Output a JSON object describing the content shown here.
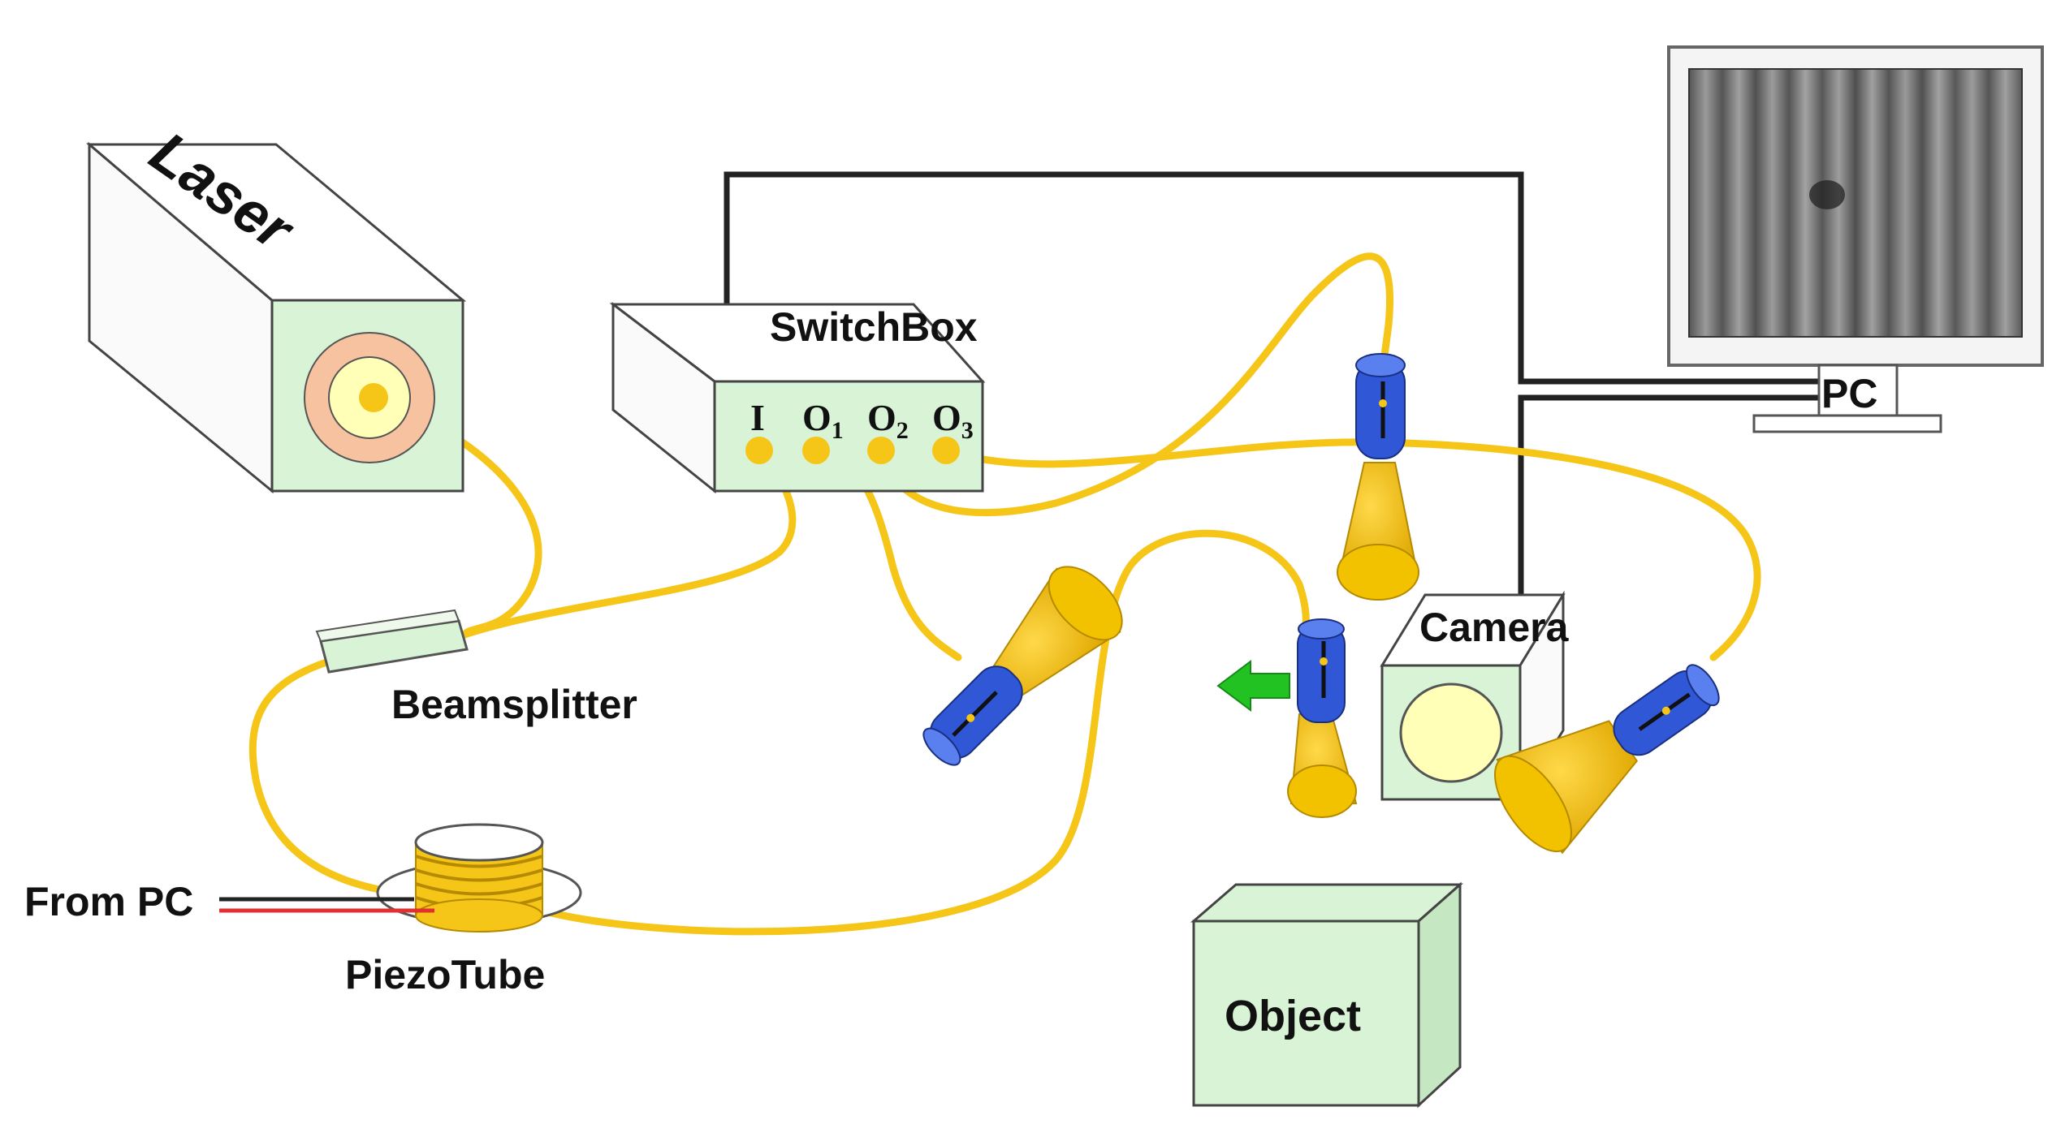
{
  "labels": {
    "laser": "Laser",
    "switchbox": "SwitchBox",
    "port_in": "I",
    "port_o": "O",
    "port_o1_sub": "1",
    "port_o2_sub": "2",
    "port_o3_sub": "3",
    "beamsplitter": "Beamsplitter",
    "piezotube": "PiezoTube",
    "from_pc": "From PC",
    "camera": "Camera",
    "pc": "PC",
    "object": "Object"
  },
  "colors": {
    "fiber": "#f5c518",
    "box_face": "#d8f3d5",
    "probe_blue": "#2f57d6",
    "cone_yellow": "#f2c200",
    "arrow_green": "#22c222",
    "wire_dark": "#222222",
    "wire_red": "#e23030"
  },
  "icons": {
    "direction_arrow": "green-left-arrow",
    "monitor_screen": "interference-fringe-pattern"
  }
}
